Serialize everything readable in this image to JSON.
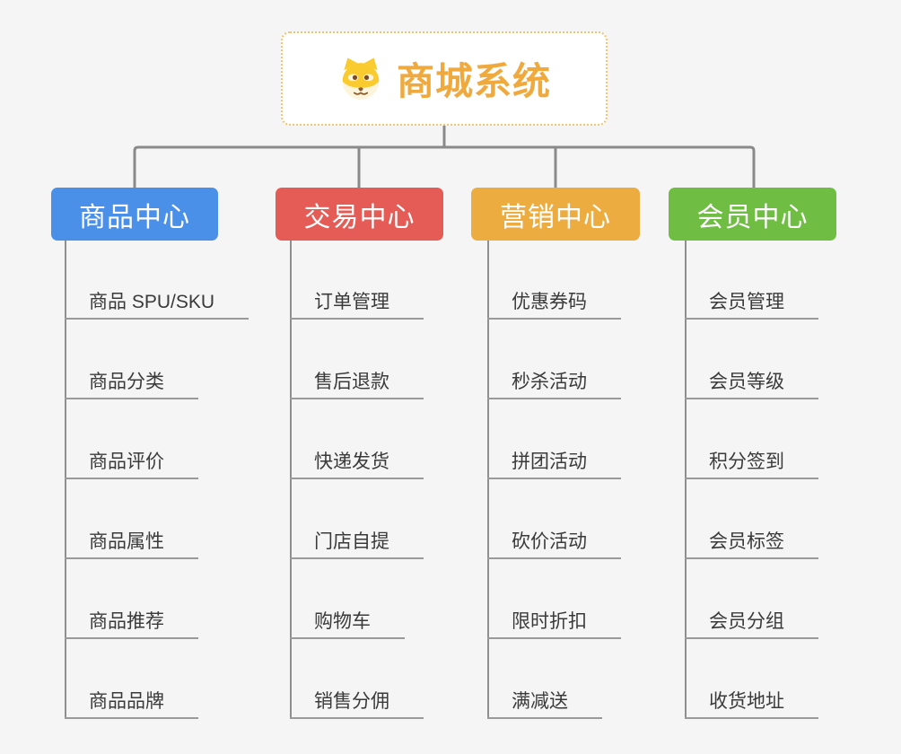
{
  "colors": {
    "background": "#F5F5F5",
    "connector": "#8A8A8A",
    "underline": "#9A9A9A",
    "leaf_text": "#3A3A3A",
    "root_text": "#EFA93D",
    "root_border": "#F2C36B"
  },
  "root": {
    "title": "商城系统",
    "icon": "dog-face-icon"
  },
  "branches": [
    {
      "label": "商品中心",
      "color": "#4A8FE8",
      "items": [
        "商品 SPU/SKU",
        "商品分类",
        "商品评价",
        "商品属性",
        "商品推荐",
        "商品品牌"
      ]
    },
    {
      "label": "交易中心",
      "color": "#E55B55",
      "items": [
        "订单管理",
        "售后退款",
        "快递发货",
        "门店自提",
        "购物车",
        "销售分佣"
      ]
    },
    {
      "label": "营销中心",
      "color": "#ECAC40",
      "items": [
        "优惠券码",
        "秒杀活动",
        "拼团活动",
        "砍价活动",
        "限时折扣",
        "满减送"
      ]
    },
    {
      "label": "会员中心",
      "color": "#6FBE43",
      "items": [
        "会员管理",
        "会员等级",
        "积分签到",
        "会员标签",
        "会员分组",
        "收货地址"
      ]
    }
  ]
}
